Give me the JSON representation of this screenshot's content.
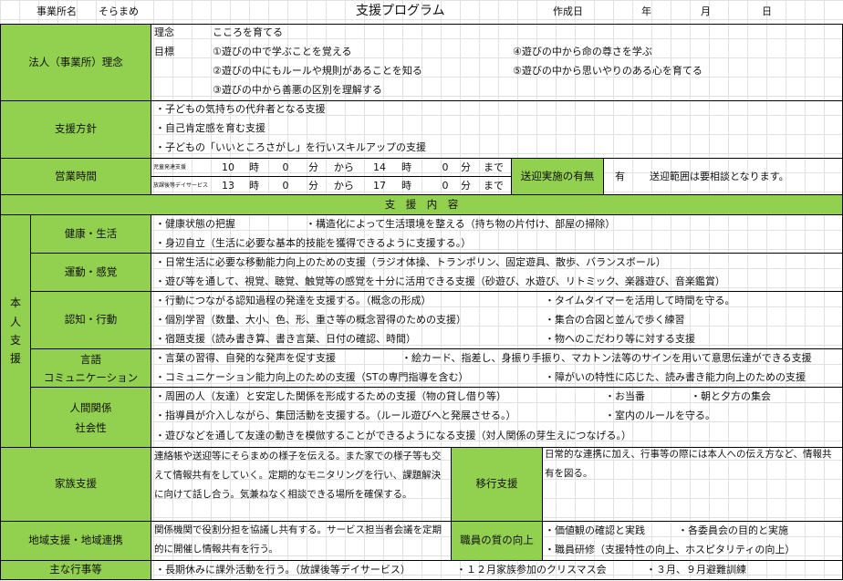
{
  "header": {
    "office_label": "事業所名",
    "office_name": "そらまめ",
    "title": "支援プログラム",
    "date_label": "作成日",
    "year": "年",
    "month": "月",
    "day": "日"
  },
  "philosophy": {
    "label": "法人（事業所）理念",
    "rinen_label": "理念",
    "rinen": "こころを育てる",
    "mokuhyo_label": "目標",
    "goals": [
      "①遊びの中で学ぶことを覚える",
      "②遊びの中にもルールや規則があることを知る",
      "③遊びの中から善悪の区別を理解する",
      "④遊びの中から命の尊さを学ぶ",
      "⑤遊びの中から思いやりのある心を育てる"
    ]
  },
  "policy": {
    "label": "支援方針",
    "items": [
      "・子どもの気持ちの代弁者となる支援",
      "・自己肯定感を育む支援",
      "・子どもの「いいところさがし」を行いスキルアップの支援"
    ]
  },
  "hours": {
    "label": "営業時間",
    "rows": [
      {
        "service": "児童発達支援",
        "start_h": "10",
        "start_m": "0",
        "end_h": "14",
        "end_m": "0"
      },
      {
        "service": "放課後等デイサービス",
        "start_h": "13",
        "start_m": "0",
        "end_h": "17",
        "end_m": "0"
      }
    ],
    "ji": "時",
    "fun": "分",
    "kara": "から",
    "made": "まで",
    "transport_label": "送迎実施の有無",
    "transport_value": "有",
    "transport_note": "送迎範囲は要相談となります。"
  },
  "support": {
    "header": "支　援　内　容",
    "honin_label": "本人支援",
    "rows": [
      {
        "label": "健康・生活",
        "lines": [
          [
            "・健康状態の把握",
            "・構造化によって生活環境を整える（持ち物の片付け、部屋の掃除）"
          ],
          [
            "・身辺自立（生活に必要な基本的技能を獲得できるように支援する。）"
          ]
        ]
      },
      {
        "label": "運動・感覚",
        "lines": [
          [
            "・日常生活に必要な移動能力向上のための支援（ラジオ体操、トランポリン、固定遊具、散歩、バランスボール）"
          ],
          [
            "・遊び等を通して、視覚、聴覚、触覚等の感覚を十分に活用できる支援（砂遊び、水遊び、リトミック、楽器遊び、音楽鑑賞）"
          ]
        ]
      },
      {
        "label": "認知・行動",
        "lines": [
          [
            "・行動につながる認知過程の発達を支援する。（概念の形成）",
            "・タイムタイマーを活用して時間を守る。"
          ],
          [
            "・個別学習（数量、大小、色、形、重さ等の概念習得のための支援）",
            "・集合の合図と並んで歩く練習"
          ],
          [
            "・宿題支援（読み書き算、書き言葉、日付の確認、時間）",
            "・物へのこだわり等に対する支援"
          ]
        ]
      },
      {
        "label": "言語\nコミュニケーション",
        "lines": [
          [
            "・言葉の習得、自発的な発声を促す支援",
            "・絵カード、指差し、身振り手振り、マカトン法等のサインを用いて意思伝達ができる支援"
          ],
          [
            "・コミュニケーション能力向上のための支援（STの専門指導を含む）",
            "・障がいの特性に応じた、読み書き能力向上のための支援"
          ]
        ]
      },
      {
        "label": "人間関係\n社会性",
        "lines": [
          [
            "・周囲の人（友達）と安定した関係を形成するための支援（物の貸し借り等）",
            "・お当番",
            "・朝と夕方の集会"
          ],
          [
            "・指導員が介入しながら、集団活動を支援する。（ルール遊びへと発展させる。）",
            "・室内のルールを守る。"
          ],
          [
            "・遊びなどを通して友達の動きを模倣することができるようになる支援（対人関係の芽生えにつなげる。）"
          ]
        ]
      }
    ]
  },
  "family": {
    "label": "家族支援",
    "text": "連絡帳や送迎等にそらまめの様子を伝える。また家での様子等も交えて情報共有をしていく。定期的なモニタリングを行い、課題解決に向けて話し合う。気兼ねなく相談できる場所を確保する。"
  },
  "transition": {
    "label": "移行支援",
    "text": "日常的な連携に加え、行事等の際には本人への伝え方など、情報共有を図る。"
  },
  "community": {
    "label": "地域支援・地域連携",
    "text": "関係機関で役割分担を協議し共有する。サービス担当者会議を定期的に開催し情報共有を行う。"
  },
  "staff": {
    "label": "職員の質の向上",
    "items": [
      "・価値観の確認と実践",
      "・各委員会の目的と実施",
      "・職員研修（支援特性の向上、ホスピタリティの向上）"
    ]
  },
  "events": {
    "label": "主な行事等",
    "items": [
      "・長期休みに課外活動を行う。（放課後等デイサービス）",
      "・１２月家族参加のクリスマス会",
      "・３月、９月避難訓練"
    ]
  }
}
